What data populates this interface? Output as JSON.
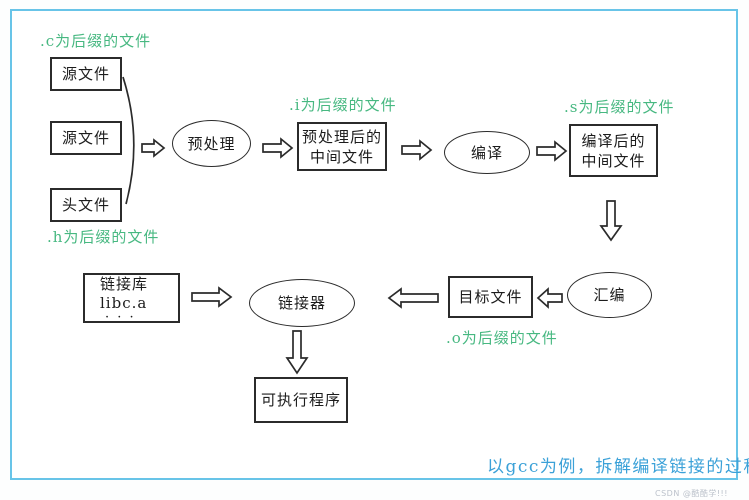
{
  "labels": {
    "c_suffix": ".c为后缀的文件",
    "h_suffix": ".h为后缀的文件",
    "i_suffix": ".i为后缀的文件",
    "s_suffix": ".s为后缀的文件",
    "o_suffix": ".o为后缀的文件"
  },
  "nodes": {
    "source1": "源文件",
    "source2": "源文件",
    "header": "头文件",
    "preprocess": "预处理",
    "preprocessed1": "预处理后的",
    "preprocessed2": "中间文件",
    "compile": "编译",
    "compiled1": "编译后的",
    "compiled2": "中间文件",
    "assemble": "汇编",
    "object": "目标文件",
    "linker": "链接器",
    "lib1": "链接库",
    "lib2": "libc.a",
    "lib3": "· · ·",
    "executable": "可执行程序"
  },
  "caption": "以gcc为例，拆解编译链接的过程",
  "watermark": "CSDN @酷酷学!!!",
  "colors": {
    "frame_border": "#68c4e8",
    "annotation_green": "#47b881",
    "caption_blue": "#3ba1d8",
    "shape_stroke": "#2b2b2b"
  }
}
